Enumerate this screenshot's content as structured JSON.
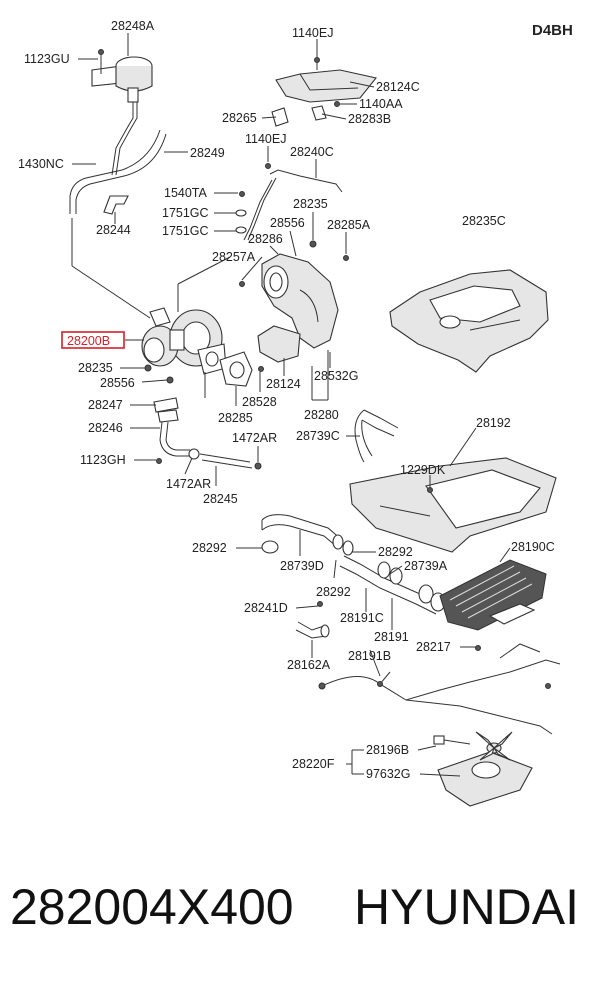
{
  "engine_code": "D4BH",
  "highlighted_part": "28200B",
  "part_labels": {
    "p28248A": "28248A",
    "p1140EJ_top": "1140EJ",
    "p1123GU": "1123GU",
    "p28124C": "28124C",
    "p1140AA": "1140AA",
    "p28265": "28265",
    "p28283B": "28283B",
    "p1140EJ_mid": "1140EJ",
    "p1430NC": "1430NC",
    "p28249": "28249",
    "p28240C": "28240C",
    "p1540TA": "1540TA",
    "p28235_top": "28235",
    "p1751GC_a": "1751GC",
    "p28556_top": "28556",
    "p28244": "28244",
    "p1751GC_b": "1751GC",
    "p28286": "28286",
    "p28285A": "28285A",
    "p28235C": "28235C",
    "p28257A": "28257A",
    "p28200B": "28200B",
    "p28235_low": "28235",
    "p28556_low": "28556",
    "p28124": "28124",
    "p28532G": "28532G",
    "p28247": "28247",
    "p28528": "28528",
    "p28285": "28285",
    "p28280": "28280",
    "p28246": "28246",
    "p1472AR_a": "1472AR",
    "p28739C": "28739C",
    "p28192": "28192",
    "p1123GH": "1123GH",
    "p1229DK": "1229DK",
    "p1472AR_b": "1472AR",
    "p28245": "28245",
    "p28292_a": "28292",
    "p28292_b": "28292",
    "p28190C": "28190C",
    "p28739D": "28739D",
    "p28739A": "28739A",
    "p28292_c": "28292",
    "p28241D": "28241D",
    "p28191C": "28191C",
    "p28191": "28191",
    "p28217": "28217",
    "p28191B": "28191B",
    "p28162A": "28162A",
    "p28196B": "28196B",
    "p28220F": "28220F",
    "p97632G": "97632G"
  },
  "footer": {
    "part_number": "282004X400",
    "brand": "HYUNDAI"
  }
}
